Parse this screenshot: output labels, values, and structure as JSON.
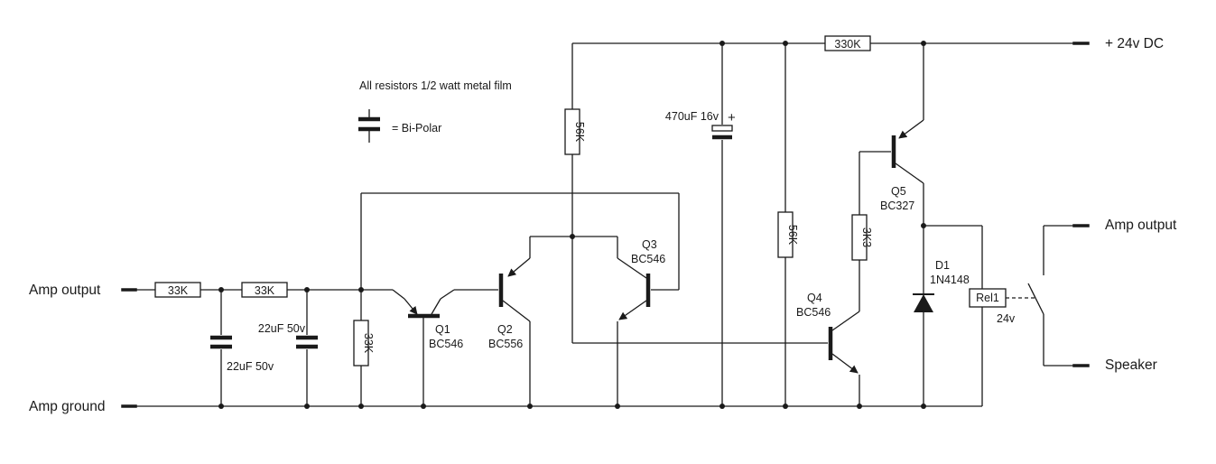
{
  "terminals": {
    "amp_output_in": "Amp output",
    "amp_ground": "Amp ground",
    "supply": "+ 24v DC",
    "amp_output_out": "Amp output",
    "speaker": "Speaker"
  },
  "notes": {
    "resistor_note": "All resistors 1/2 watt metal film",
    "bipolar_legend": "= Bi-Polar"
  },
  "resistors": {
    "r1": "33K",
    "r2": "33K",
    "r3": "33K",
    "r4": "56K",
    "r5": "330K",
    "r6": "56K",
    "r7": "3K3"
  },
  "capacitors": {
    "c1": "22uF 50v",
    "c2": "22uF 50v",
    "c3": "470uF 16v",
    "c3_polarity": "+"
  },
  "transistors": {
    "q1": {
      "ref": "Q1",
      "part": "BC546"
    },
    "q2": {
      "ref": "Q2",
      "part": "BC556"
    },
    "q3": {
      "ref": "Q3",
      "part": "BC546"
    },
    "q4": {
      "ref": "Q4",
      "part": "BC546"
    },
    "q5": {
      "ref": "Q5",
      "part": "BC327"
    }
  },
  "diode": {
    "ref": "D1",
    "part": "1N4148"
  },
  "relay": {
    "ref": "Rel1",
    "voltage": "24v"
  }
}
